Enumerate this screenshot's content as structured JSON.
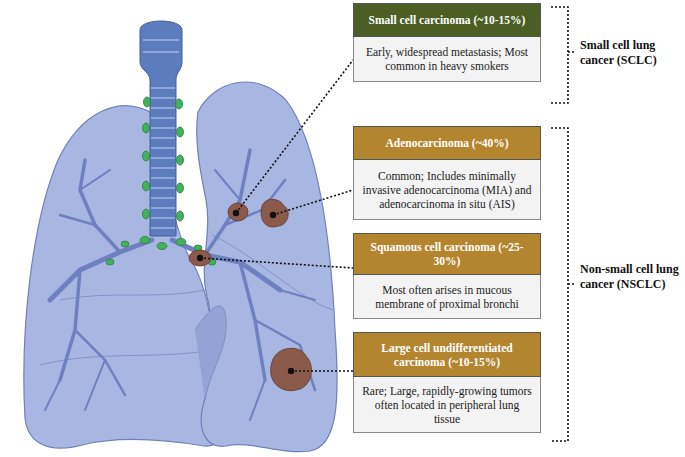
{
  "diagram": {
    "nodes": [
      {
        "text": [
          "Small cell carcinoma (~10-15%)",
          "Early, widespread metastasis; Most common in heavy smokers"
        ]
      },
      {
        "text": [
          "Adenocarcinoma (~40%)",
          "Common; Includes minimally invasive adenocarcinoma (MIA) and adenocarcinoma in situ (AIS)"
        ]
      },
      {
        "text": [
          "Squamous cell carcinoma (~25-30%)",
          "Most often arises in mucous membrane of proximal bronchi"
        ]
      },
      {
        "text": [
          "Large cell undifferentiated carcinoma (~10-15%)",
          "Rare; Large, rapidly-growing tumors often located in peripheral lung tissue"
        ]
      }
    ],
    "labels": [
      "Small cell lung cancer (SCLC)",
      "Non-small cell lung cancer (NSCLC)"
    ]
  }
}
